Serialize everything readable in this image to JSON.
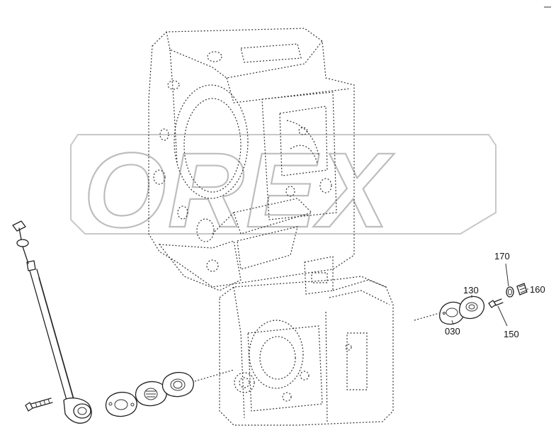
{
  "watermark": {
    "text": "OREX"
  },
  "callouts": {
    "p030": "030",
    "p130": "130",
    "p150": "150",
    "p160": "160",
    "p170": "170"
  }
}
